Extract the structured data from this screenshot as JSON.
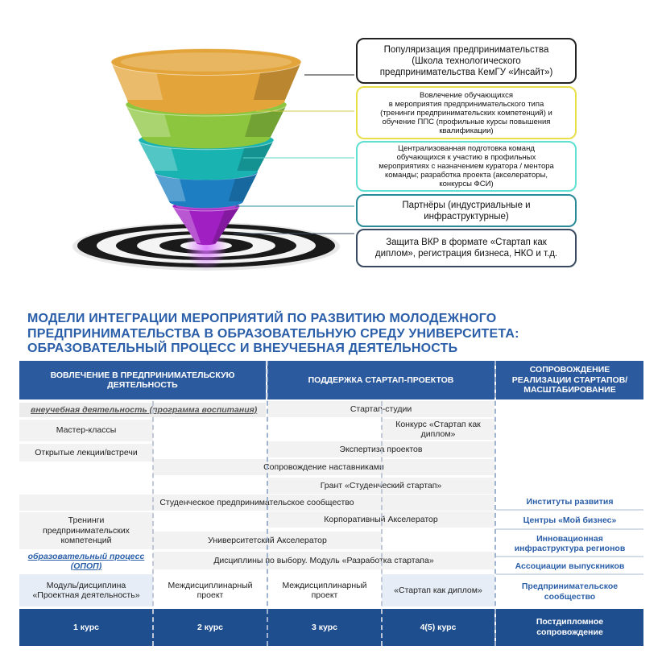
{
  "funnel": {
    "colors": [
      "#e3a43a",
      "#8cc63f",
      "#19b3b1",
      "#1d7fc2",
      "#a01fc2"
    ],
    "boxes": [
      {
        "text": "Популяризация  предпринимательства\n(Школа технологического\nпредпринимательства  КемГУ «Инсайт»)",
        "border": "#222222"
      },
      {
        "text": "Вовлечение обучающихся\nв мероприятия предпринимательского  типа\n(тренинги предпринимательских  компетенций)  и\nобучение ППС (профильные курсы повышения\nквалификации)",
        "border": "#e8e04a"
      },
      {
        "text": "Централизованная  подготовка команд\nобучающихся  к участию в профильных\nмероприятиях с назначением куратора / ментора\nкоманды; разработка проекта (акселераторы,\nконкурсы ФСИ)",
        "border": "#5fe0d0"
      },
      {
        "text": "Партнёры (индустриальные и\nинфраструктурные)",
        "border": "#2a8a98"
      },
      {
        "text": "Защита  ВКР в формате «Стартап как\nдиплом»,  регистрация бизнеса, НКО и т.д.",
        "border": "#3a4a60"
      }
    ]
  },
  "title": "МОДЕЛИ ИНТЕГРАЦИИ МЕРОПРИЯТИЙ ПО РАЗВИТИЮ МОЛОДЕЖНОГО\nПРЕДПРИНИМАТЕЛЬСТВА В ОБРАЗОВАТЕЛЬНУЮ СРЕДУ УНИВЕРСИТЕТА:\nОБРАЗОВАТЕЛЬНЫЙ ПРОЦЕСС И ВНЕУЧЕБНАЯ ДЕЯТЕЛЬНОСТЬ",
  "table": {
    "headers": {
      "involvement": "ВОВЛЕЧЕНИЕ В ПРЕДПРИНИМАТЕЛЬСКУЮ\nДЕЯТЕЛЬНОСТЬ",
      "support": "ПОДДЕРЖКА СТАРТАП-ПРОЕКТОВ",
      "scaling": "СОПРОВОЖДЕНИЕ\nРЕАЛИЗАЦИИ СТАРТАПОВ/\nМАСШТАБИРОВАНИЕ"
    },
    "extracurricular_label": "внеучебная деятельность (программа воспитания)",
    "educational_label": "образовательный процесс\n(ОПОП)",
    "cells": {
      "startup_studios": "Стартап-студии",
      "master_classes": "Мастер-классы",
      "contest": "Конкурс «Стартап как\nдиплом»",
      "expertise": "Экспертиза проектов",
      "open_lectures": "Открытые лекции/встречи",
      "mentoring": "Сопровождение наставниками",
      "grant": "Грант «Студенческий стартап»",
      "community": "Студенческое предпринимательское сообщество",
      "corporate_accel": "Корпоративный Акселератор",
      "trainings": "Тренинги\nпредпринимательских\nкомпетенций",
      "univ_accel": "Университетский Акселератор",
      "electives": "Дисциплины по выбору. Модуль «Разработка стартапа»",
      "module_project": "Модуль/дисциплина\n«Проектная деятельность»",
      "interdisc_1": "Междисциплинарный\nпроект",
      "interdisc_2": "Междисциплинарный\nпроект",
      "startup_diploma": "«Стартап как диплом»"
    },
    "right_column": [
      "Институты развития",
      "Центры «Мой бизнес»",
      "Инновационная\nинфраструктура регионов",
      "Ассоциации выпускников",
      "Предпринимательское\nсообщество"
    ],
    "footer": [
      "1 курс",
      "2 курс",
      "3 курс",
      "4(5) курс",
      "Постдипломное\nсопровождение"
    ]
  }
}
